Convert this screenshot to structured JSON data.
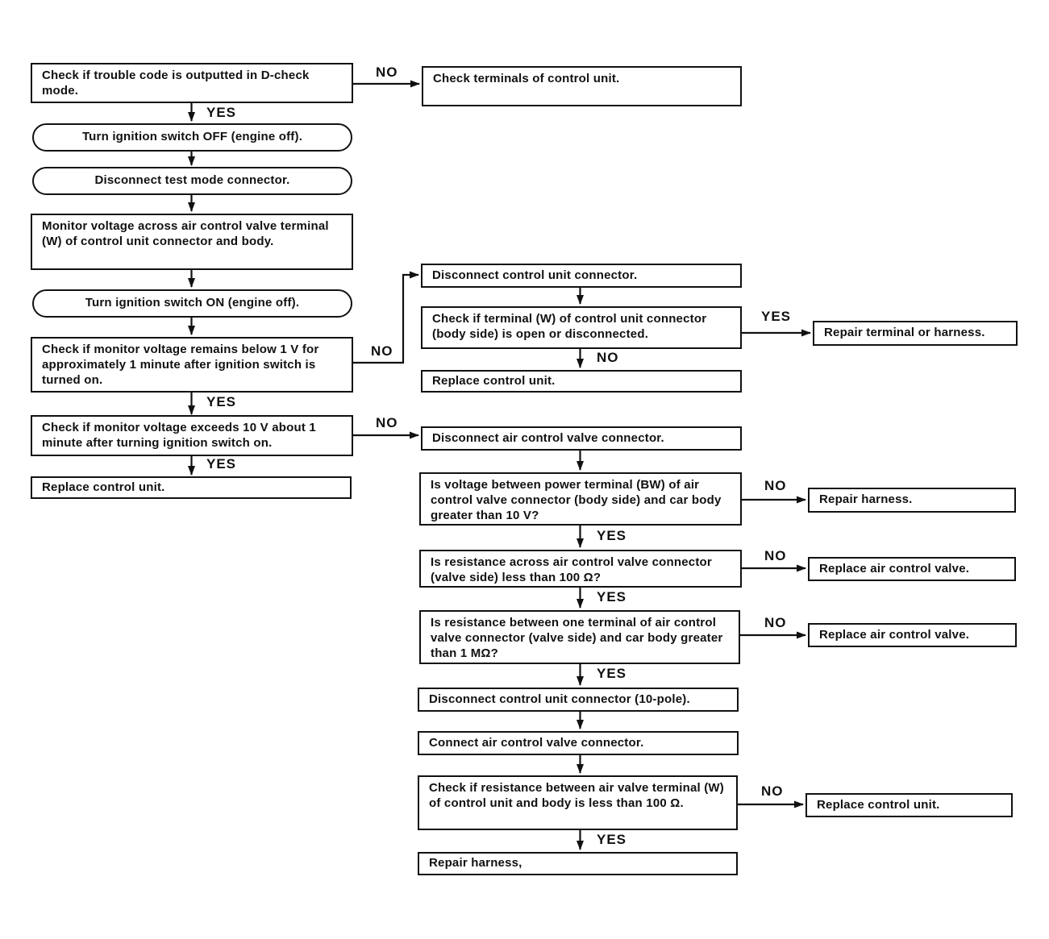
{
  "diagram": {
    "type": "flowchart",
    "colors": {
      "ink": "#111111",
      "background": "#ffffff"
    }
  },
  "labels": {
    "yes": "YES",
    "no": "NO"
  },
  "nodes": {
    "check_trouble_code": "Check if trouble code is outputted in D-check mode.",
    "check_terminals": "Check terminals of control unit.",
    "ignition_off": "Turn ignition switch OFF (engine off).",
    "disconnect_test_mode": "Disconnect test mode connector.",
    "monitor_voltage": "Monitor voltage across air control valve terminal (W) of control unit connector and body.",
    "ignition_on": "Turn ignition switch ON (engine off).",
    "below_1v": "Check if monitor voltage remains below 1 V for approximately 1 minute after ignition switch is turned on.",
    "exceeds_10v": "Check if monitor voltage exceeds 10 V about 1 minute after turning ignition switch on.",
    "replace_control_unit_left": "Replace control unit.",
    "disconnect_cu_connector": "Disconnect control unit connector.",
    "terminal_w_open": "Check if terminal (W) of control unit connector (body side) is open or disconnected.",
    "repair_terminal_harness": "Repair terminal or harness.",
    "replace_control_unit_mid": "Replace control unit.",
    "disconnect_acv_connector": "Disconnect air control valve connector.",
    "voltage_bw": "Is voltage between power terminal (BW) of air control valve connector (body side) and car body greater than 10 V?",
    "repair_harness_right": "Repair harness.",
    "resistance_100": "Is resistance across air control valve connector (valve side) less than 100 Ω?",
    "replace_acv_1": "Replace air control valve.",
    "resistance_1m": "Is resistance between one terminal of air control valve connector (valve side) and car body greater than 1 MΩ?",
    "replace_acv_2": "Replace air control valve.",
    "disconnect_cu_10pole": "Disconnect control unit connector (10-pole).",
    "connect_acv": "Connect air control valve connector.",
    "resistance_w_100": "Check if resistance between air valve terminal (W) of control unit and body is less than 100 Ω.",
    "replace_control_unit_right": "Replace control unit.",
    "repair_harness_bottom": "Repair harness,"
  },
  "edges": [
    {
      "from": "check_trouble_code",
      "to": "ignition_off",
      "label": "YES"
    },
    {
      "from": "check_trouble_code",
      "to": "check_terminals",
      "label": "NO"
    },
    {
      "from": "ignition_off",
      "to": "disconnect_test_mode",
      "label": ""
    },
    {
      "from": "disconnect_test_mode",
      "to": "monitor_voltage",
      "label": ""
    },
    {
      "from": "monitor_voltage",
      "to": "ignition_on",
      "label": ""
    },
    {
      "from": "ignition_on",
      "to": "below_1v",
      "label": ""
    },
    {
      "from": "below_1v",
      "to": "exceeds_10v",
      "label": "YES"
    },
    {
      "from": "below_1v",
      "to": "disconnect_cu_connector",
      "label": "NO"
    },
    {
      "from": "exceeds_10v",
      "to": "replace_control_unit_left",
      "label": "YES"
    },
    {
      "from": "exceeds_10v",
      "to": "disconnect_acv_connector",
      "label": "NO"
    },
    {
      "from": "disconnect_cu_connector",
      "to": "terminal_w_open",
      "label": ""
    },
    {
      "from": "terminal_w_open",
      "to": "repair_terminal_harness",
      "label": "YES"
    },
    {
      "from": "terminal_w_open",
      "to": "replace_control_unit_mid",
      "label": "NO"
    },
    {
      "from": "disconnect_acv_connector",
      "to": "voltage_bw",
      "label": ""
    },
    {
      "from": "voltage_bw",
      "to": "repair_harness_right",
      "label": "NO"
    },
    {
      "from": "voltage_bw",
      "to": "resistance_100",
      "label": "YES"
    },
    {
      "from": "resistance_100",
      "to": "replace_acv_1",
      "label": "NO"
    },
    {
      "from": "resistance_100",
      "to": "resistance_1m",
      "label": "YES"
    },
    {
      "from": "resistance_1m",
      "to": "replace_acv_2",
      "label": "NO"
    },
    {
      "from": "resistance_1m",
      "to": "disconnect_cu_10pole",
      "label": "YES"
    },
    {
      "from": "disconnect_cu_10pole",
      "to": "connect_acv",
      "label": ""
    },
    {
      "from": "connect_acv",
      "to": "resistance_w_100",
      "label": ""
    },
    {
      "from": "resistance_w_100",
      "to": "replace_control_unit_right",
      "label": "NO"
    },
    {
      "from": "resistance_w_100",
      "to": "repair_harness_bottom",
      "label": "YES"
    }
  ]
}
